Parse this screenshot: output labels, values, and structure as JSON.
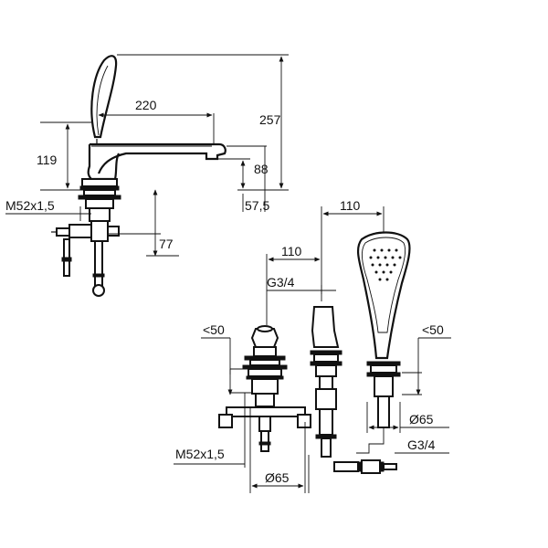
{
  "dimensions": {
    "spout_reach": "220",
    "total_height": "257",
    "lever_height": "119",
    "spout_height": "88",
    "thread_top": "M52x1,5",
    "spout_offset": "57,5",
    "body_depth": "77",
    "handshower_spacing": "110",
    "divert_spacing": "110",
    "connection_top": "G3/4",
    "protrude_left": "<50",
    "protrude_right": "<50",
    "diameter_right": "Ø65",
    "connection_bottom": "G3/4",
    "thread_bottom": "M52x1,5",
    "diameter_bottom": "Ø65"
  }
}
